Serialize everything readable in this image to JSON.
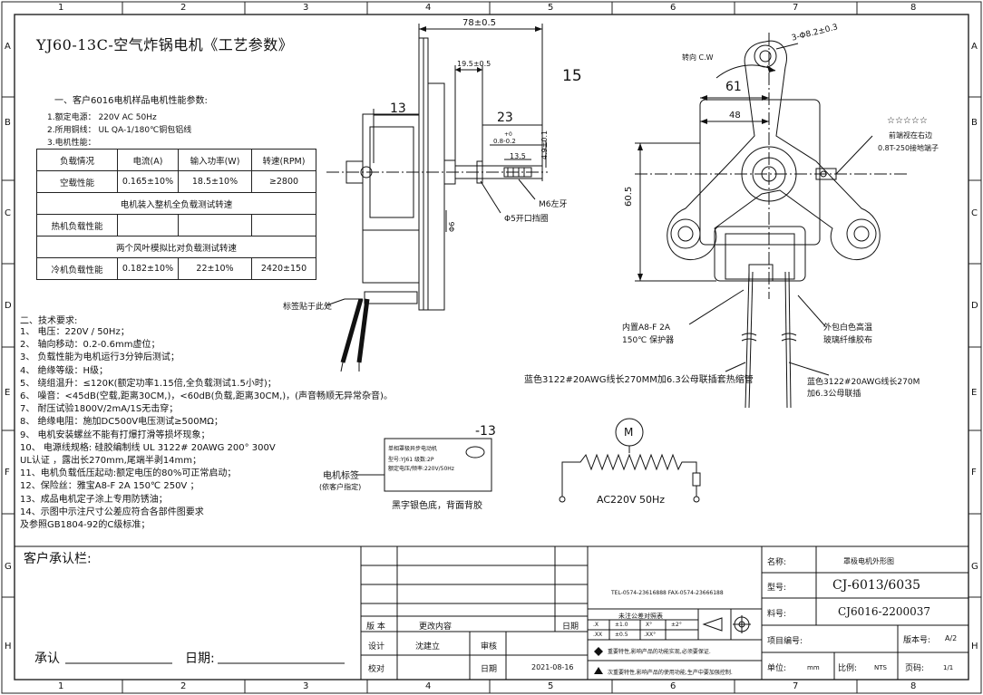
{
  "grid": {
    "cols": [
      "1",
      "2",
      "3",
      "4",
      "5",
      "6",
      "7",
      "8"
    ],
    "rows": [
      "A",
      "B",
      "C",
      "D",
      "E",
      "F",
      "G",
      "H"
    ]
  },
  "title": "YJ60-13C-空气炸锅电机《工艺参数》",
  "params_heading": "一、客户6016电机样品电机性能参数:",
  "specs": [
    "1.额定电源：    220V AC 50Hz",
    "2.所用铜线：    UL QA-1/180℃铜包铝线",
    "3.电机性能："
  ],
  "perf_table": {
    "headers": [
      "负载情况",
      "电流(A)",
      "输入功率(W)",
      "转速(RPM)"
    ],
    "row1": [
      "空载性能",
      "0.165±10%",
      "18.5±10%",
      "≥2800"
    ],
    "span1": "电机装入整机全负载测试转速",
    "row2": [
      "热机负载性能",
      "",
      "",
      ""
    ],
    "span2": "两个风叶模拟比对负载测试转速",
    "row3": [
      "冷机负载性能",
      "0.182±10%",
      "22±10%",
      "2420±150"
    ]
  },
  "requirements_heading": "二、技术要求:",
  "requirements": [
    "1、   电压：220V / 50Hz；",
    "2、   轴向移动：0.2-0.6mm虚位；",
    "3、   负载性能为电机运行3分钟后测试；",
    "4、   绝缘等级：H级；",
    "5、   绕组温升：≤120K(额定功率1.15倍,全负载测试1.5小时)；",
    "6、   噪音：<45dB(空载,距离30CM,)，<60dB(负载,距离30CM,)，(声音畅顺无异常杂音)。",
    "7、   耐压试验1800V/2mA/1S无击穿；",
    "8、   绝缘电阻：施加DC500V电压测试≥500MΩ；",
    "9、   电机安装螺丝不能有打爆打滑等损坏现象；",
    "10、   电源线规格: 硅胶编制线 UL 3122# 20AWG 200° 300V",
    "        UL认证 ，露出长270mm,尾端半剥14mm；",
    "11、电机负载低压起动:额定电压的80%可正常启动；",
    "12、保险丝：雅宝A8-F   2A 150℃  250V ；",
    "13、成品电机定子涂上专用防锈油；",
    "14、示图中示注尺寸公差应符合各部件图要求",
    "       及参照GB1804-92的C级标准；"
  ],
  "dims_side": {
    "d78": "78±0.5",
    "d19": "19.5±0.5",
    "d13": "13",
    "d23": "23",
    "d08": "0.8-0.2",
    "d08tol": "+0",
    "d135": "13.5",
    "d49": "4.9±0.1",
    "phi6": "Φ6",
    "m6": "M6左牙",
    "clip": "Φ5开口挡圈",
    "label_here": "标签贴于此处",
    "fifteen": "15"
  },
  "dims_front": {
    "rotation": "转向 C.W",
    "holes": "3-Φ8.2±0.3",
    "d61": "61",
    "d48": "48",
    "d605": "60.5",
    "stars": "☆☆☆☆☆",
    "front_view": "前端视在右边",
    "terminal": "0.8T-250接地端子",
    "protector1": "内置A8-F 2A",
    "protector2": "150℃ 保护器",
    "sleeve1": "外包白色高温",
    "sleeve2": "玻璃纤维胶布",
    "wire_left": "蓝色3122#20AWG线长270MM加6.3公母联插套热缩管",
    "wire_right1": "蓝色3122#20AWG线长270M",
    "wire_right2": "加6.3公母联插"
  },
  "label_section": {
    "suffix": "-13",
    "label_title": "单相罩极异步电动机",
    "label_line2": "型号:YJ61    级数:2P",
    "label_line3": "额定电压/频率:220V/50Hz",
    "motor_label": "电机标签",
    "customer_spec": "(依客户指定)",
    "label_note": "黑字银色底，背面背胶"
  },
  "circuit": {
    "motor": "M",
    "supply": "AC220V 50Hz"
  },
  "title_block": {
    "customer_approval": "客户承认栏:",
    "approve": "承认",
    "date": "日期:",
    "version": "版 本",
    "change": "更改内容",
    "date2": "日期",
    "design": "设计",
    "designer": "沈建立",
    "review": "审核",
    "proof": "校对",
    "date3": "日期",
    "date_value": "2021-08-16",
    "tel": "TEL-0574-23616888   FAX-0574-23666188",
    "tol_title": "未注公差对照表",
    "tol_x": ".X",
    "tol_xx": ".XX",
    "tol_1": "±1.0",
    "tol_05": "±0.5",
    "tol_x2": "X°",
    "tol_xx2": ".XX°",
    "tol_2": "±2°",
    "important1": "重要特性,影响产品的功能实现,必须要保证.",
    "important2": "次重要特性,影响产品的使用功能,生产中要加强控制.",
    "name_label": "名称:",
    "name_value": "罩极电机外形图",
    "model_label": "型号:",
    "model_value": "CJ-6013/6035",
    "part_label": "料号:",
    "part_value": "CJ6016-2200037",
    "project_label": "项目编号:",
    "rev_label": "版本号:",
    "rev_value": "A/2",
    "unit_label": "单位:",
    "unit_value": "mm",
    "scale_label": "比例:",
    "scale_value": "NTS",
    "page_label": "页码:",
    "page_value": "1/1"
  }
}
